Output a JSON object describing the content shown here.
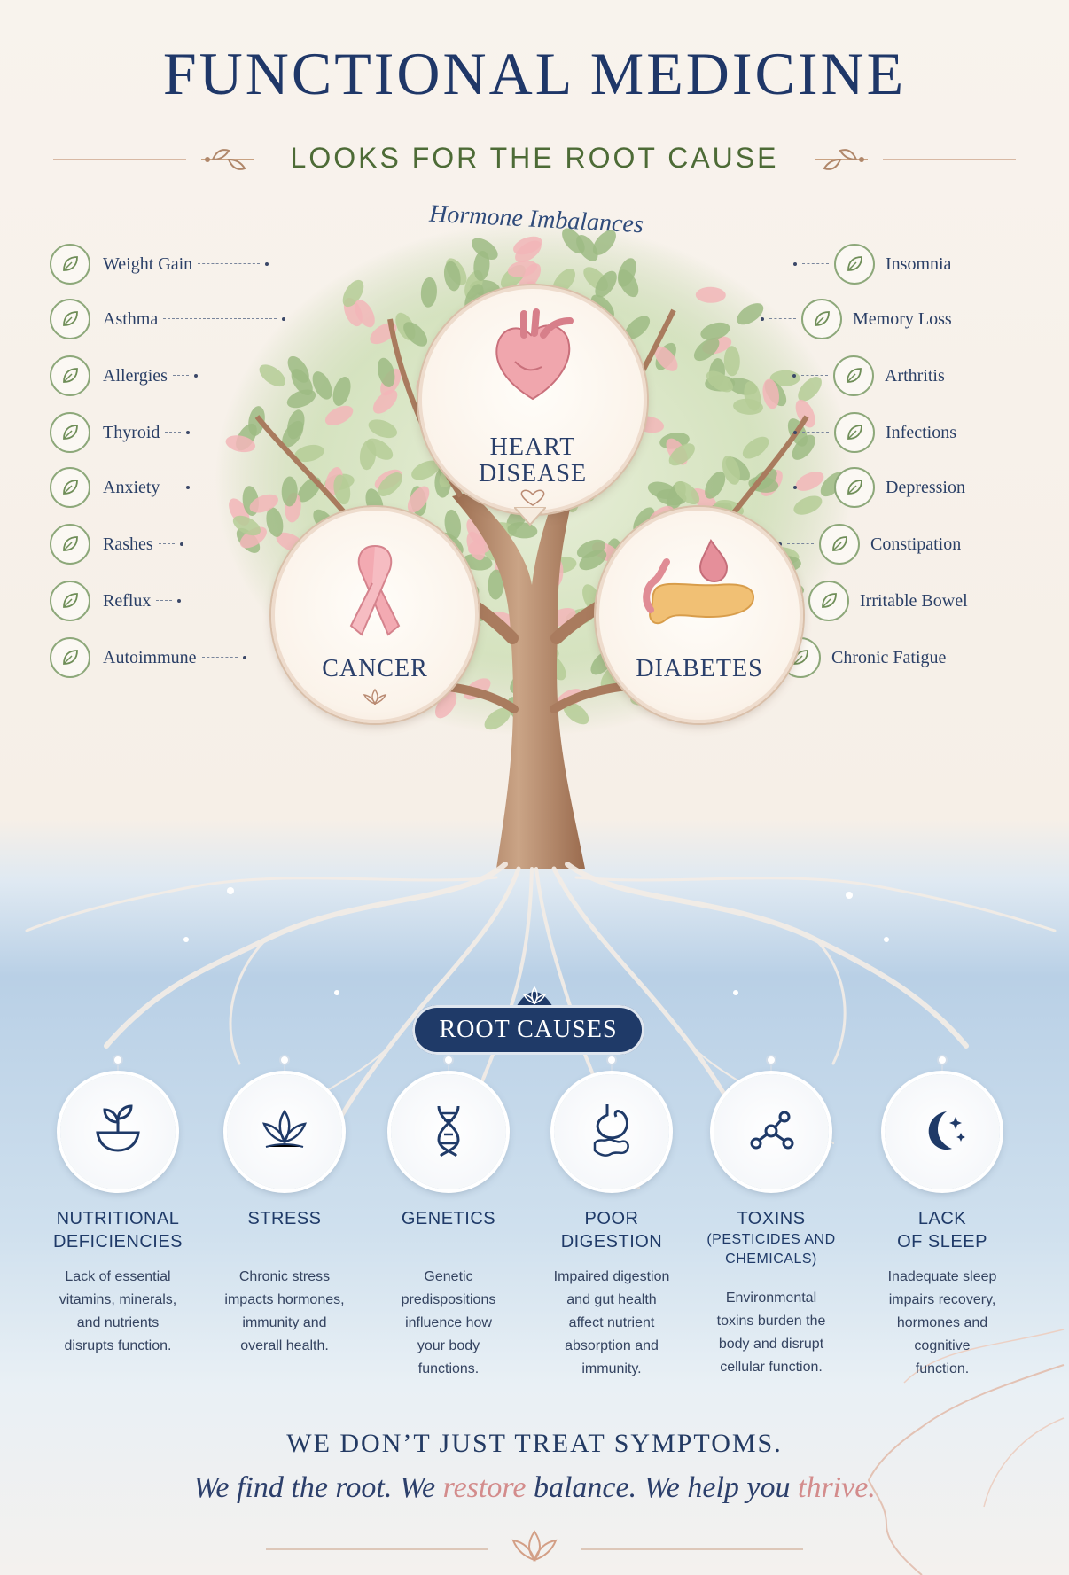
{
  "header": {
    "title": "FUNCTIONAL MEDICINE",
    "subtitle": "LOOKS FOR THE ROOT CAUSE",
    "hormone": "Hormone Imbalances"
  },
  "symptoms_left": [
    "Weight Gain",
    "Asthma",
    "Allergies",
    "Thyroid",
    "Anxiety",
    "Rashes",
    "Reflux",
    "Autoimmune"
  ],
  "symptoms_right": [
    "Insomnia",
    "Memory Loss",
    "Arthritis",
    "Infections",
    "Depression",
    "Constipation",
    "Irritable Bowel",
    "Chronic Fatigue"
  ],
  "diseases": {
    "heart_line1": "HEART",
    "heart_line2": "DISEASE",
    "cancer": "CANCER",
    "diabetes": "DIABETES"
  },
  "root_causes": {
    "badge": "ROOT CAUSES",
    "items": [
      {
        "icon": "bowl-sprout-icon",
        "title1": "NUTRITIONAL",
        "title2": "DEFICIENCIES",
        "sub1": "",
        "sub2": "",
        "desc": [
          "Lack of essential",
          "vitamins, minerals,",
          "and nutrients",
          "disrupts function."
        ]
      },
      {
        "icon": "lotus-icon",
        "title1": "STRESS",
        "title2": "",
        "sub1": "",
        "sub2": "",
        "desc": [
          "Chronic stress",
          "impacts hormones,",
          "immunity and",
          "overall health."
        ]
      },
      {
        "icon": "dna-icon",
        "title1": "GENETICS",
        "title2": "",
        "sub1": "",
        "sub2": "",
        "desc": [
          "Genetic",
          "predispositions",
          "influence how",
          "your body",
          "functions."
        ]
      },
      {
        "icon": "stomach-icon",
        "title1": "POOR",
        "title2": "DIGESTION",
        "sub1": "",
        "sub2": "",
        "desc": [
          "Impaired digestion",
          "and gut health",
          "affect nutrient",
          "absorption and",
          "immunity."
        ]
      },
      {
        "icon": "molecule-icon",
        "title1": "TOXINS",
        "title2": "",
        "sub1": "(PESTICIDES AND",
        "sub2": "CHEMICALS)",
        "desc": [
          "Environmental",
          "toxins burden the",
          "body and disrupt",
          "cellular function."
        ]
      },
      {
        "icon": "moon-stars-icon",
        "title1": "LACK",
        "title2": "OF SLEEP",
        "sub1": "",
        "sub2": "",
        "desc": [
          "Inadequate sleep",
          "impairs recovery,",
          "hormones and",
          "cognitive",
          "function."
        ]
      }
    ]
  },
  "footer": {
    "line1": "WE DON’T JUST TREAT SYMPTOMS.",
    "p1": "We find the root.  We ",
    "p2": "restore",
    "p3": " balance.  We help you ",
    "p4": "thrive."
  },
  "colors": {
    "navy": "#1f3768",
    "leaf_green": "#8fae7a",
    "blossom_pink": "#f0b3b6",
    "trunk": "#b58a6a",
    "water": "#b9d0e6"
  }
}
